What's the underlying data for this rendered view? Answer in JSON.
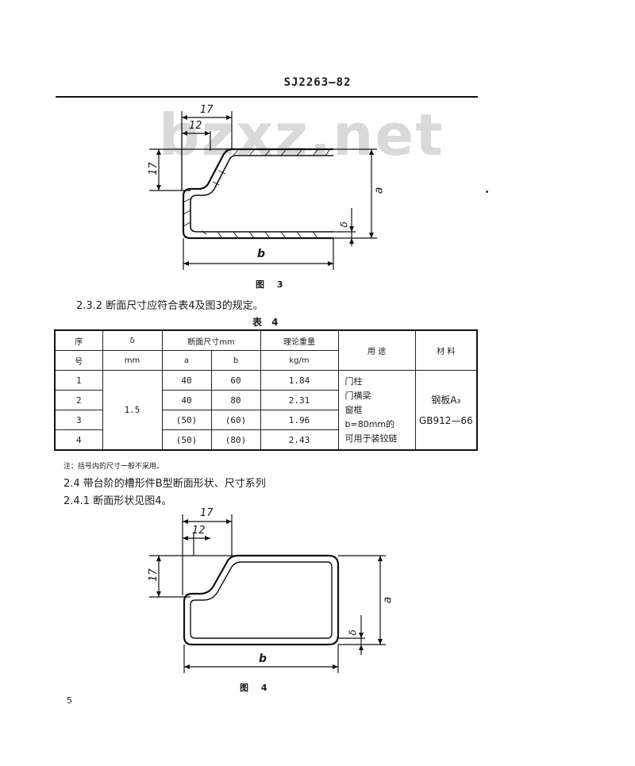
{
  "header": {
    "code": "SJ2263—82"
  },
  "watermark": "bzxz.net",
  "figure3": {
    "caption": "图  3",
    "dims": {
      "d17_top": "17",
      "d12": "12",
      "d17_side": "17",
      "a": "a",
      "b": "b",
      "delta": "δ"
    }
  },
  "section_232": "2.3.2  断面尺寸应符合表4及图3的规定。",
  "table4": {
    "title": "表 4",
    "headers": {
      "seq_top": "序",
      "seq_bottom": "号",
      "delta_top": "δ",
      "delta_unit": "mm",
      "section": "断面尺寸mm",
      "a": "a",
      "b": "b",
      "weight": "理论重量",
      "weight_unit": "kg/m",
      "usage": "用  途",
      "material": "材  料"
    },
    "delta_value": "1.5",
    "rows": [
      {
        "no": "1",
        "a": "40",
        "b": "60",
        "weight": "1.84"
      },
      {
        "no": "2",
        "a": "40",
        "b": "80",
        "weight": "2.31"
      },
      {
        "no": "3",
        "a": "(50)",
        "b": "(60)",
        "weight": "1.96"
      },
      {
        "no": "4",
        "a": "(50)",
        "b": "(80)",
        "weight": "2.43"
      }
    ],
    "usage_lines": [
      "门柱",
      "门横梁",
      "窗框",
      "b=80mm的",
      "可用于装铰链"
    ],
    "material_line1": "钢板A₃",
    "material_line2": "GB912—66"
  },
  "note": "注：括号内的尺寸一般不采用。",
  "section_24": "2.4  带台阶的槽形件B型断面形状、尺寸系列",
  "section_241": "2.4.1  断面形状见图4。",
  "figure4": {
    "caption": "图  4",
    "dims": {
      "d17_top": "17",
      "d12": "12",
      "d17_side": "17",
      "a": "a",
      "b": "b",
      "delta": "δ"
    }
  },
  "page_number": "5"
}
